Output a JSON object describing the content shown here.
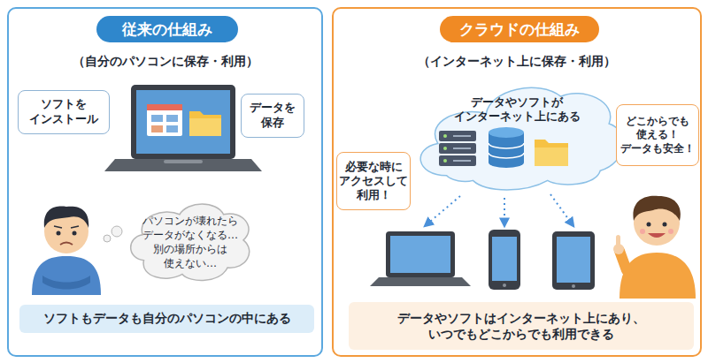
{
  "diagram": {
    "nodes": [
      {
        "text": [
          "（自分のパソコンに保存・利用）"
        ]
      },
      {
        "text": [
          "従来の仕組み"
        ],
        "in": 0
      },
      {
        "text": [
          "ソフトを インストール"
        ],
        "in": 0
      },
      {
        "text": [
          "データを 保存"
        ],
        "in": 0
      },
      {
        "text": [
          "パソコンが壊れたら データがなくなる… 別の場所からは 使えない…"
        ],
        "in": 0
      },
      {
        "text": [
          "ソフトもデータも自分のパソコンの中にある"
        ],
        "in": 0
      },
      {
        "text": [
          "（インターネット上に保存・利用）"
        ]
      },
      {
        "text": [
          "クラウドの仕組み"
        ],
        "in": 6
      },
      {
        "text": [
          "データやソフトが インターネット上にある"
        ],
        "in": 6
      },
      {
        "text": [
          "必要な時に アクセスして 利用！"
        ],
        "in": 6
      },
      {
        "text": [
          "どこからでも 使える！ データも安全！"
        ],
        "in": 6
      },
      {
        "text": [
          "データやソフトはインターネット上にあり、 いつでもどこからでも利用できる"
        ],
        "in": 6
      }
    ]
  }
}
